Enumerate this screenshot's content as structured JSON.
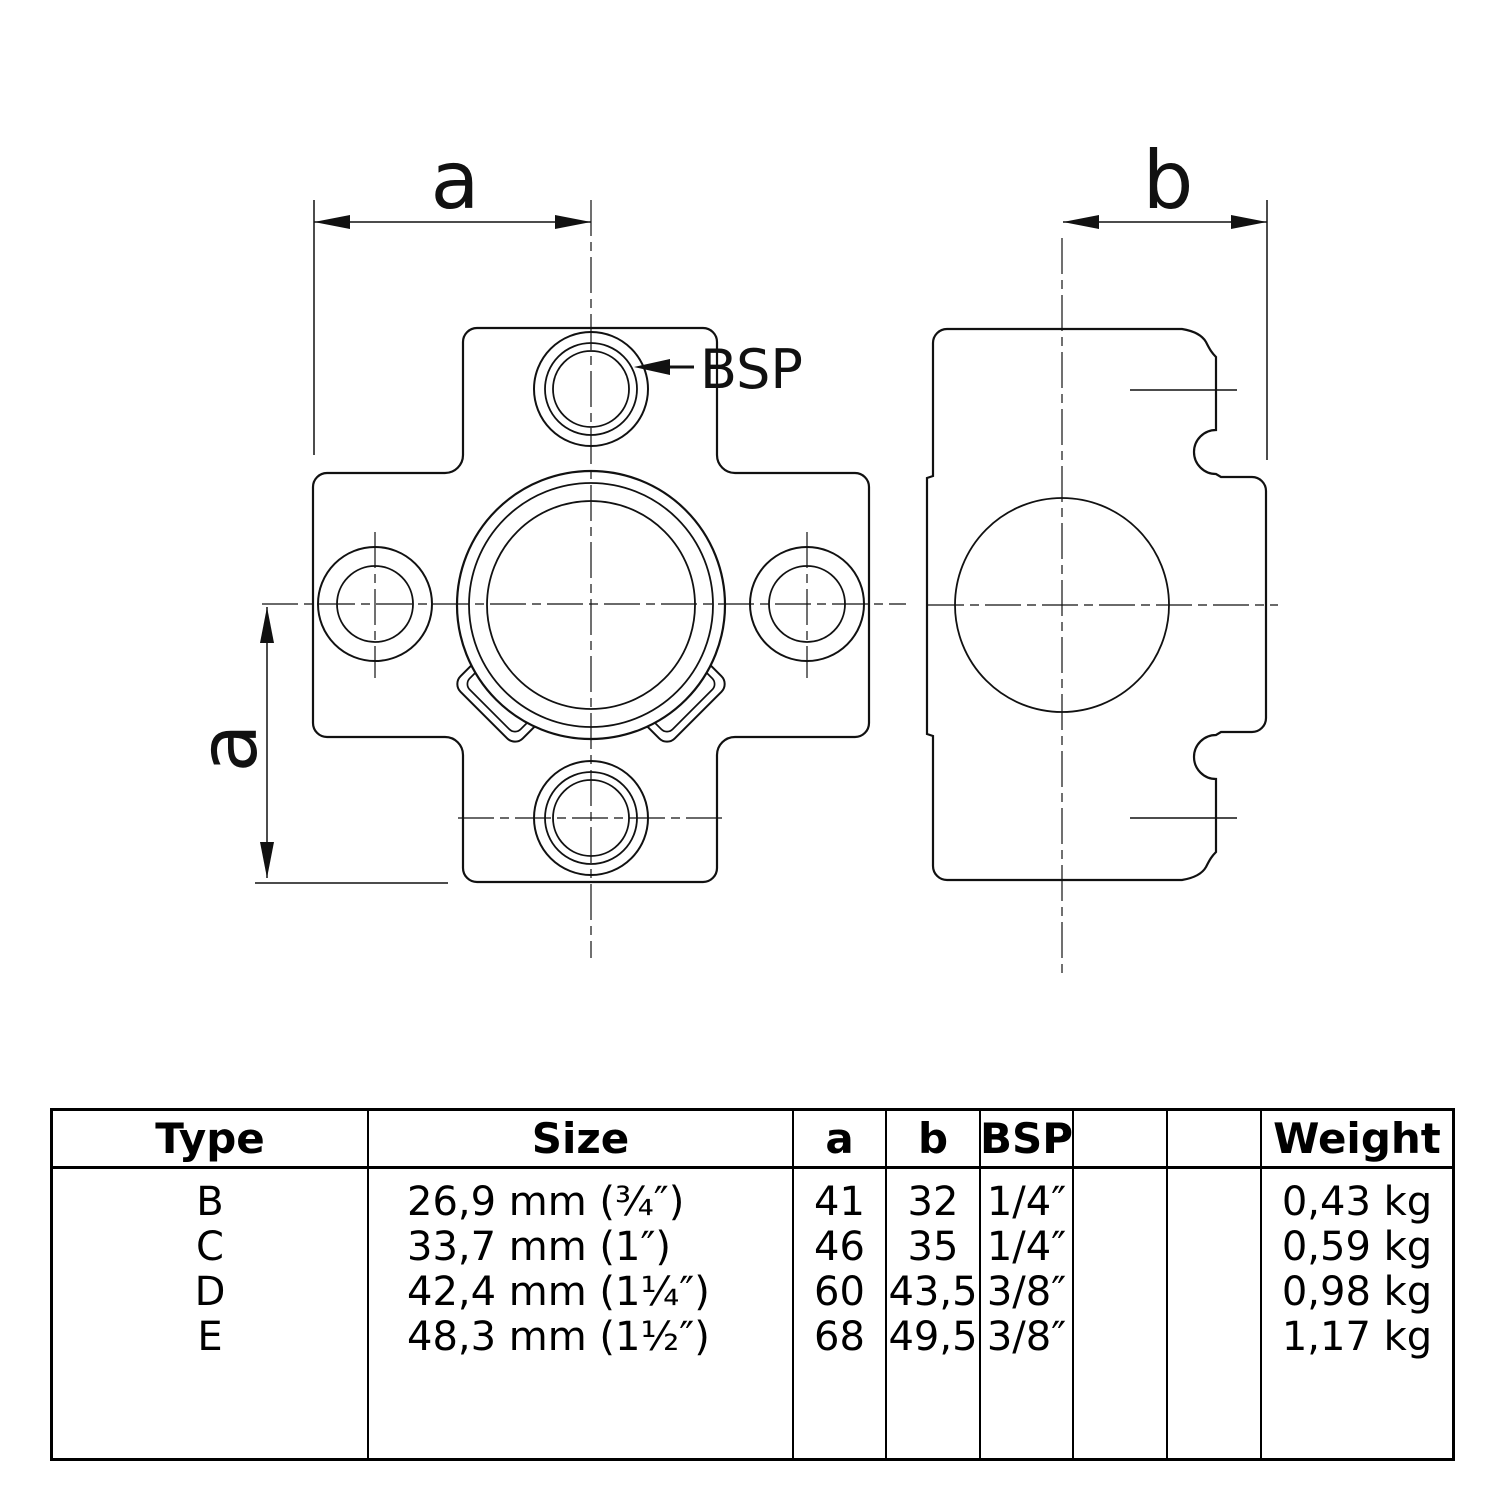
{
  "drawing": {
    "front_view": {
      "dim_a_top_label": "a",
      "dim_a_left_label": "a",
      "bsp_label": "BSP"
    },
    "side_view": {
      "dim_b_label": "b"
    },
    "line_color": "#111111"
  },
  "table": {
    "headers": {
      "type": "Type",
      "size": "Size",
      "a": "a",
      "b": "b",
      "bsp": "BSP",
      "col6": "",
      "col7": "",
      "weight": "Weight"
    },
    "rows": [
      {
        "type": "B",
        "size": "26,9 mm (¾″)",
        "a": "41",
        "b": "32",
        "bsp": "1/4″",
        "col6": "",
        "col7": "",
        "weight": "0,43 kg"
      },
      {
        "type": "C",
        "size": "33,7 mm (1″)",
        "a": "46",
        "b": "35",
        "bsp": "1/4″",
        "col6": "",
        "col7": "",
        "weight": "0,59 kg"
      },
      {
        "type": "D",
        "size": "42,4 mm (1¼″)",
        "a": "60",
        "b": "43,5",
        "bsp": "3/8″",
        "col6": "",
        "col7": "",
        "weight": "0,98 kg"
      },
      {
        "type": "E",
        "size": "48,3 mm (1½″)",
        "a": "68",
        "b": "49,5",
        "bsp": "3/8″",
        "col6": "",
        "col7": "",
        "weight": "1,17 kg"
      }
    ]
  }
}
